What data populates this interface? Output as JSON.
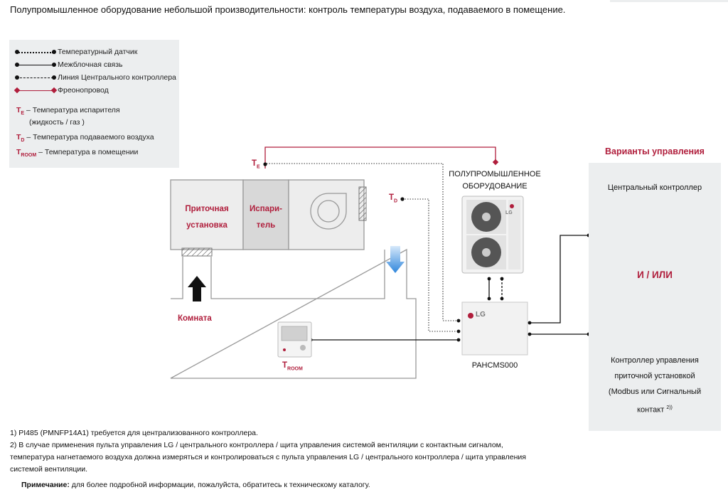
{
  "page_title": "Полупромышленное оборудование небольшой производительности: контроль температуры воздуха, подаваемого в помещение.",
  "legend": {
    "lines": [
      {
        "label": "Температурный датчик",
        "style": "dotted",
        "color": "#111111"
      },
      {
        "label": "Межблочная связь",
        "style": "solid",
        "color": "#111111"
      },
      {
        "label": "Линия Центрального контроллера",
        "style": "dashed",
        "color": "#111111"
      },
      {
        "label": "Фреонопровод",
        "style": "solid",
        "color": "#b01e3c"
      }
    ],
    "abbr": [
      {
        "sym": "T",
        "sub": "E",
        "text": " – Температура испарителя"
      },
      {
        "cont": "(жидкость / газ )"
      },
      {
        "sym": "T",
        "sub": "D",
        "text": " – Температура подаваемого воздуха"
      },
      {
        "sym": "T",
        "sub": "ROOM",
        "text": " – Температура в помещении"
      }
    ]
  },
  "diagram": {
    "ahu_label_1": "Приточная",
    "ahu_label_2": "установка",
    "evap_label_1": "Испари-",
    "evap_label_2": "тель",
    "room_label": "Комната",
    "te_sym": "T",
    "te_sub": "E",
    "td_sym": "T",
    "td_sub": "D",
    "troom_sym": "T",
    "troom_sub": "ROOM",
    "outdoor_label_1": "ПОЛУПРОМЫШЛЕННОЕ",
    "outdoor_label_2": "ОБОРУДОВАНИЕ",
    "module_label": "PAHCMS000",
    "module_logo": "LG",
    "outdoor_logo": "LG"
  },
  "control_panel": {
    "title": "Варианты управления",
    "central_label": "Центральный контроллер",
    "and_or": "И / ИЛИ",
    "ahu_ctrl_lines": [
      "Контроллер управления",
      "приточной установкой",
      "(Modbus или Сигнальный",
      "контакт"
    ],
    "ahu_ctrl_footnote": "2))"
  },
  "notes": [
    "1) PI485 (PMNFP14A1) требуется для централизованного контроллера.",
    "2) В случае применения пульта управления LG / центрального контроллера / щита управления системой вентиляции с контактным сигналом,",
    "температура нагнетаемого воздуха должна измеряться и контролироваться с пульта управления LG / центрального контроллера / щита управления",
    "системой вентиляции."
  ],
  "remark": {
    "label": "Примечание:",
    "text": " для более подробной информации, пожалуйста, обратитесь к техническому каталогу."
  },
  "colors": {
    "accent": "#b01e3c",
    "panel_bg": "#eceeef",
    "box_bg": "#ededed",
    "airflow_blue": "#3a8fe0"
  }
}
